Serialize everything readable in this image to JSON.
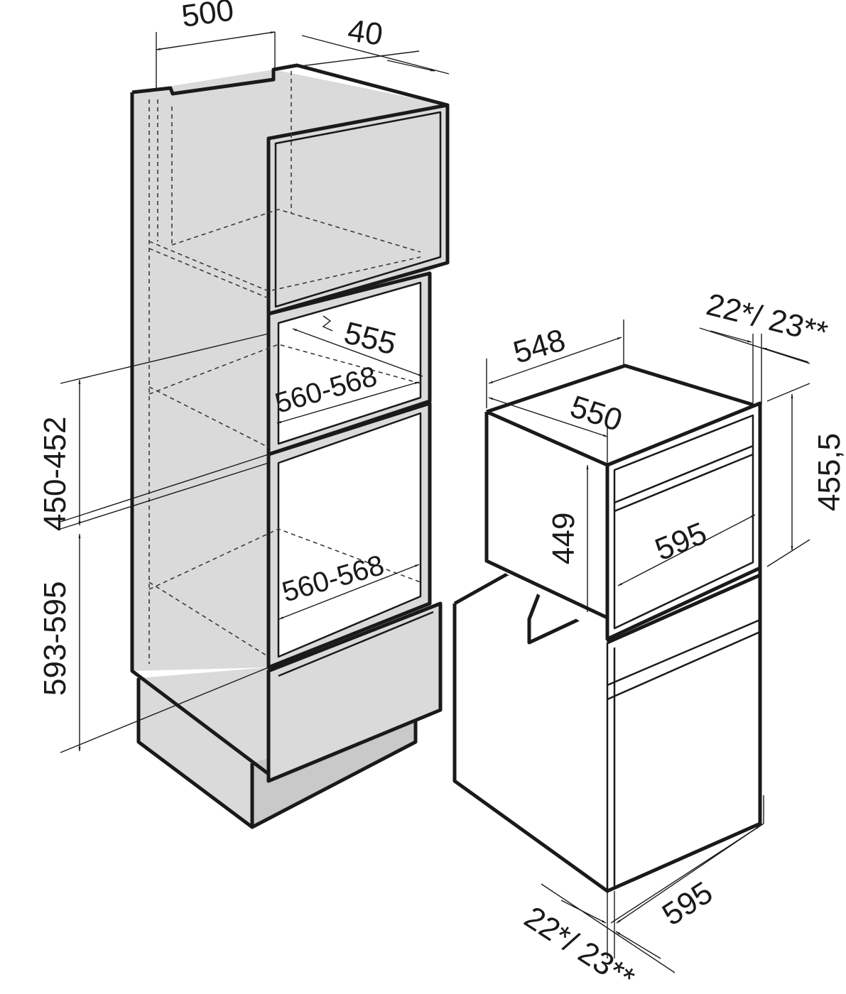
{
  "dimensions": {
    "tall_cabinet": {
      "top_depth": "500",
      "top_offset": "40",
      "niche_depth": "555",
      "upper_niche_width": "560-568",
      "upper_niche_height": "450-452",
      "lower_niche_width": "560-568",
      "lower_niche_height": "593-595"
    },
    "appliance": {
      "body_depth": "548",
      "top_depth": "550",
      "front_offset_top": "22*/ 23**",
      "height": "455,5",
      "body_height": "449",
      "front_width": "595",
      "oven_width": "595",
      "front_offset_bottom": "22*/ 23**"
    }
  },
  "colors": {
    "cabinet_fill": "#dadada",
    "line": "#1a1a1a",
    "background": "#ffffff"
  }
}
